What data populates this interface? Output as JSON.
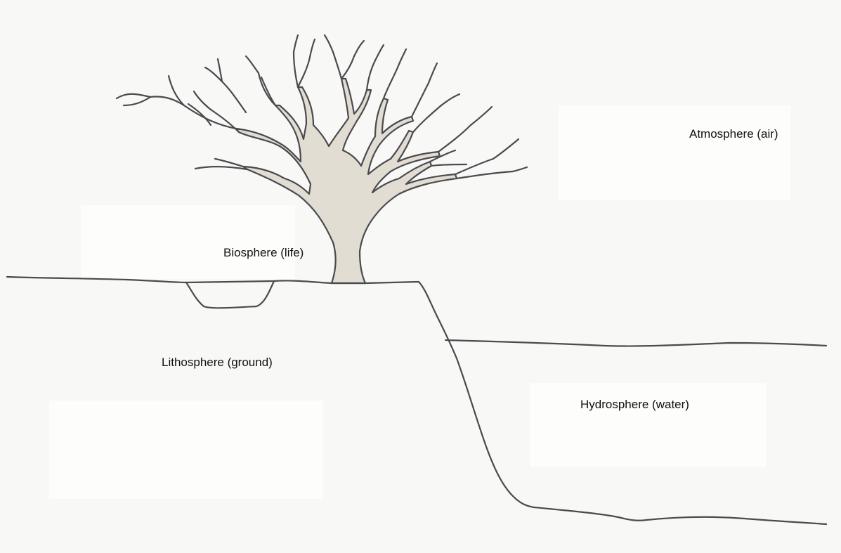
{
  "labels": {
    "atmosphere": "Atmosphere (air)",
    "biosphere": "Biosphere (life)",
    "lithosphere": "Lithosphere (ground)",
    "hydrosphere": "Hydrosphere (water)"
  },
  "colors": {
    "ink": "#4a4a4f",
    "tree_fill": "#e2ddd2",
    "background": "#f8f8f6"
  }
}
